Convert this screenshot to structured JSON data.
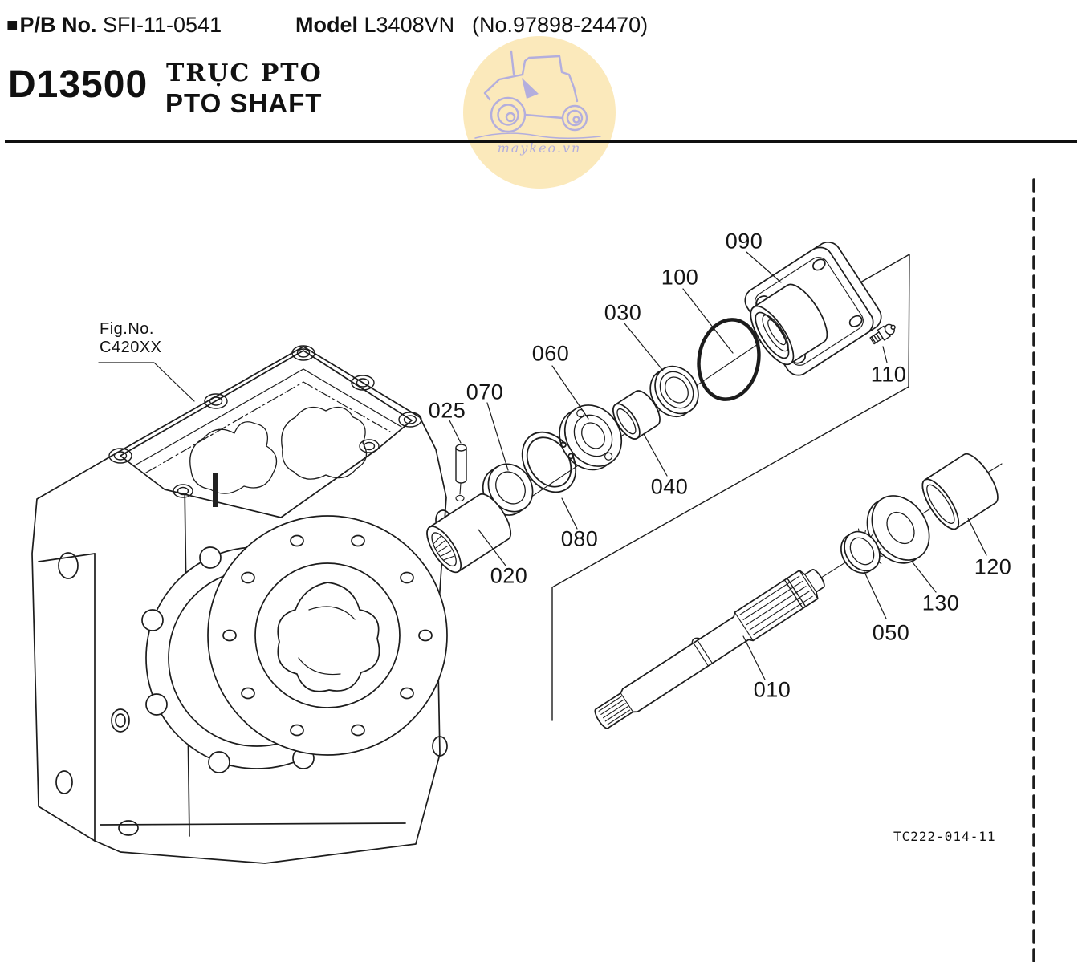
{
  "header": {
    "bullet": "■",
    "pb_label": "P/B No.",
    "pb_value": "SFI-11-0541",
    "model_label": "Model",
    "model_value": "L3408VN",
    "serial_no": "(No.97898-24470)"
  },
  "title": {
    "code": "D13500",
    "name_vi": "TRỤC PTO",
    "name_en": "PTO SHAFT"
  },
  "watermark": {
    "text": "maykeo.vn",
    "circle_color": "#fbe9bb",
    "line_color": "#b3aedd"
  },
  "figure": {
    "fig_no_label": "Fig.No.",
    "fig_no_value": "C420XX",
    "drawing_code": "TC222-014-11",
    "callouts": [
      {
        "label": "010"
      },
      {
        "label": "020"
      },
      {
        "label": "025"
      },
      {
        "label": "030"
      },
      {
        "label": "040"
      },
      {
        "label": "050"
      },
      {
        "label": "060"
      },
      {
        "label": "070"
      },
      {
        "label": "080"
      },
      {
        "label": "090"
      },
      {
        "label": "100"
      },
      {
        "label": "110"
      },
      {
        "label": "120"
      },
      {
        "label": "130"
      }
    ]
  }
}
